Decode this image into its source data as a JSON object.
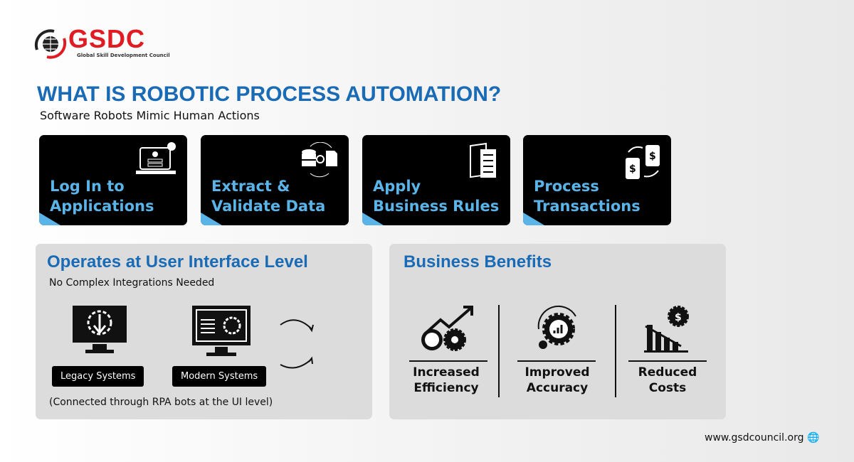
{
  "brand": {
    "name": "GSDC",
    "tagline": "Global Skill Development Council",
    "red": "#e01b22"
  },
  "title": "WHAT IS ROBOTIC PROCESS AUTOMATION?",
  "subtitle": "Software Robots Mimic Human Actions",
  "cards": [
    {
      "line1": "Log In to",
      "line2": "Applications",
      "icon": "laptop-login-icon"
    },
    {
      "line1": "Extract &",
      "line2": "Validate Data",
      "icon": "database-document-icon"
    },
    {
      "line1": "Apply",
      "line2": "Business Rules",
      "icon": "rules-document-icon"
    },
    {
      "line1": "Process",
      "line2": "Transactions",
      "icon": "phone-transaction-icon"
    }
  ],
  "ui_panel": {
    "heading": "Operates at User Interface Level",
    "subheading": "No Complex Integrations Needed",
    "legacy": "Legacy Systems",
    "modern": "Modern Systems",
    "note": "(Connected through RPA bots at the UI level)"
  },
  "benefits_panel": {
    "heading": "Business Benefits",
    "items": [
      {
        "line1": "Increased",
        "line2": "Efficiency"
      },
      {
        "line1": "Improved",
        "line2": "Accuracy"
      },
      {
        "line1": "Reduced",
        "line2": "Costs"
      }
    ]
  },
  "footer": {
    "url": "www.gsdcouncil.org"
  }
}
